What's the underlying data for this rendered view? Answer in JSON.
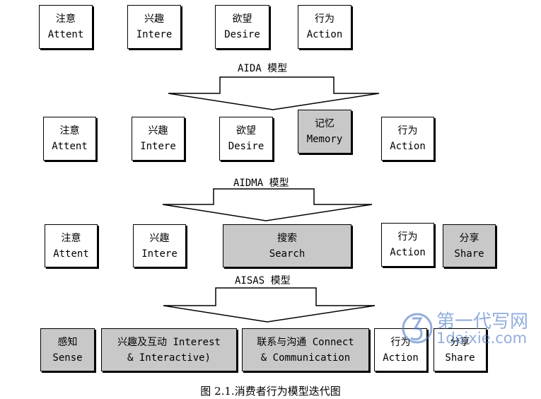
{
  "aida": {
    "boxes": [
      {
        "cn": "注意",
        "en": "Attent"
      },
      {
        "cn": "兴趣",
        "en": "Intere"
      },
      {
        "cn": "欲望",
        "en": "Desire"
      },
      {
        "cn": "行为",
        "en": "Action"
      }
    ],
    "label": "AIDA 模型"
  },
  "aidma": {
    "boxes": [
      {
        "cn": "注意",
        "en": "Attent"
      },
      {
        "cn": "兴趣",
        "en": "Intere"
      },
      {
        "cn": "欲望",
        "en": "Desire"
      },
      {
        "cn": "记忆",
        "en": "Memory"
      },
      {
        "cn": "行为",
        "en": "Action"
      }
    ],
    "label": "AIDMA 模型"
  },
  "aisas": {
    "boxes": [
      {
        "cn": "注意",
        "en": "Attent"
      },
      {
        "cn": "兴趣",
        "en": "Intere"
      },
      {
        "cn": "搜索",
        "en": "Search"
      },
      {
        "cn": "行为",
        "en": "Action"
      },
      {
        "cn": "分享",
        "en": "Share"
      }
    ],
    "label": "AISAS 模型"
  },
  "sicas": {
    "boxes": [
      {
        "cn": "感知",
        "en": "Sense"
      },
      {
        "cn": "兴趣及互动 Interest",
        "en": "& Interactive)"
      },
      {
        "cn": "联系与沟通 Connect",
        "en": "& Communication"
      },
      {
        "cn": "行为",
        "en": "Action"
      },
      {
        "cn": "分享",
        "en": "Share"
      }
    ]
  },
  "caption": "图 2.1.消费者行为模型迭代图",
  "watermark": {
    "line1": "第一代写网",
    "line2": "1daixie.com"
  },
  "colors": {
    "highlight": "#c8c8c8",
    "watermark": "#4a78c8"
  }
}
